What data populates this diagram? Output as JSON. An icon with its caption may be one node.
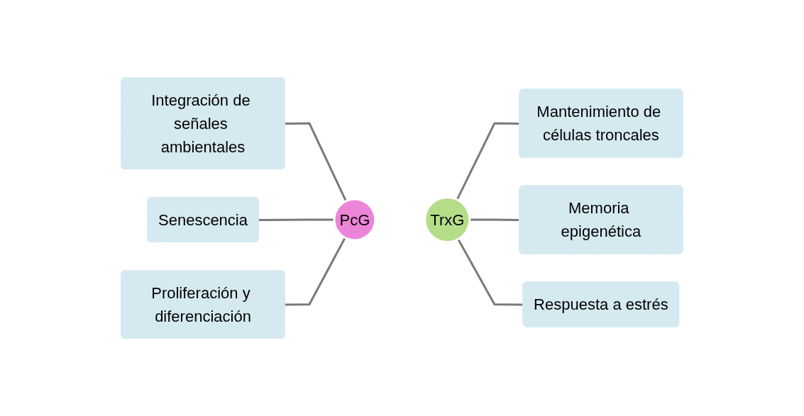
{
  "diagram": {
    "nodes": [
      {
        "text": [
          "Integración de señales ambientales"
        ]
      },
      {
        "text": [
          "Mantenimiento de células troncales"
        ]
      },
      {
        "text": [
          "Senescencia"
        ]
      },
      {
        "text": [
          "PcG"
        ]
      },
      {
        "text": [
          "TrxG"
        ]
      },
      {
        "text": [
          "Memoria epigenética"
        ]
      },
      {
        "text": [
          "Proliferación y diferenciación"
        ]
      },
      {
        "text": [
          "Respuesta a estrés"
        ]
      }
    ],
    "edges": [
      {
        "from": 0,
        "to": 3,
        "arrow": "none"
      },
      {
        "from": 4,
        "to": 1,
        "arrow": "none"
      },
      {
        "from": 2,
        "to": 3,
        "arrow": "none"
      },
      {
        "from": 4,
        "to": 5,
        "arrow": "none"
      },
      {
        "from": 6,
        "to": 3,
        "arrow": "none"
      },
      {
        "from": 4,
        "to": 7,
        "arrow": "none"
      }
    ]
  }
}
